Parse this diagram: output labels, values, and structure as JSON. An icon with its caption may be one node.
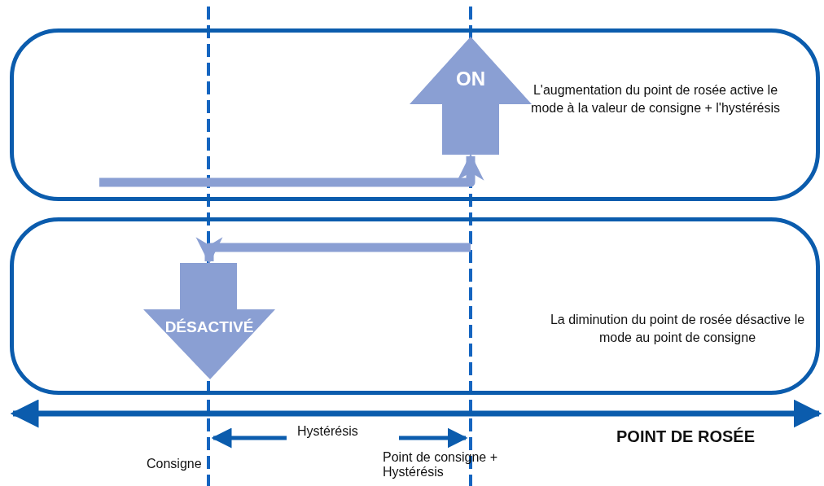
{
  "diagram": {
    "nodes": [
      {
        "text": [
          "L'augmentation du point de rosée active le mode à la valeur de consigne + l'hystérésis"
        ]
      },
      {
        "text": [
          "ON"
        ],
        "in": 0
      },
      {
        "text": [
          "La diminution du point de rosée désactive le mode au point de consigne"
        ]
      },
      {
        "text": [
          "DÉSACTIVÉ"
        ],
        "in": 2
      }
    ],
    "edges": [
      {
        "from": null,
        "to": 1,
        "arrow": "to"
      },
      {
        "from": null,
        "to": 3,
        "arrow": "to"
      }
    ],
    "labels": [
      "Hystérésis",
      "POINT DE ROSÉE",
      "Consigne",
      "Point de consigne + Hystérésis"
    ]
  }
}
